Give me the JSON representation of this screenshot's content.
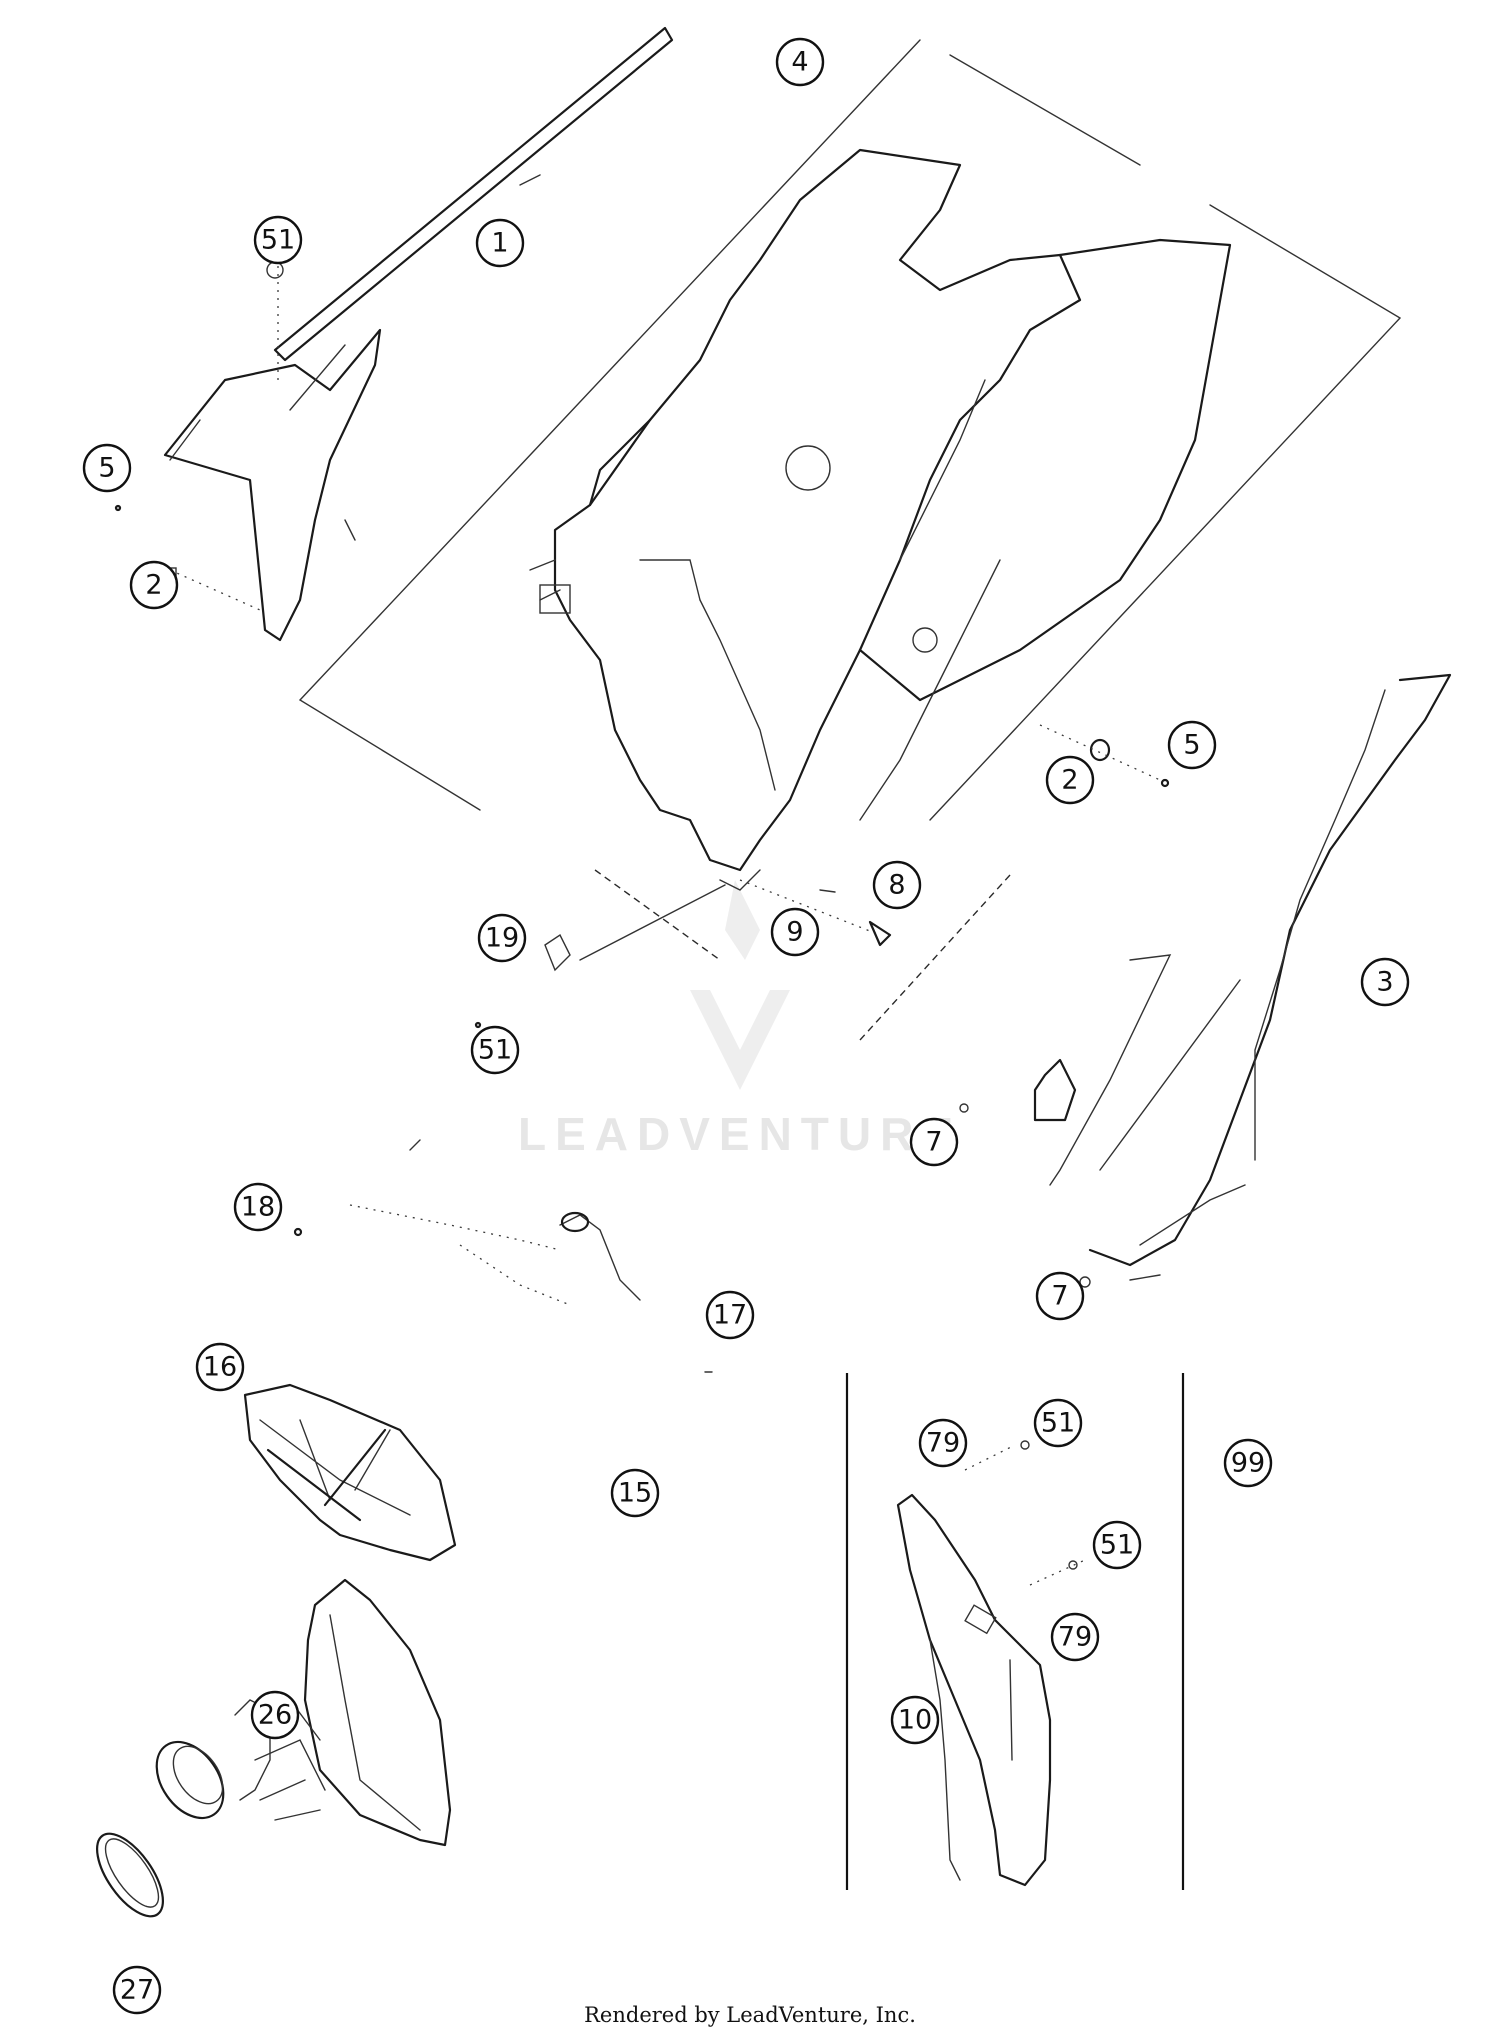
{
  "callouts": [
    {
      "id": "c-4",
      "label": "4"
    },
    {
      "id": "c-51-a",
      "label": "51"
    },
    {
      "id": "c-1",
      "label": "1"
    },
    {
      "id": "c-5-a",
      "label": "5"
    },
    {
      "id": "c-2-a",
      "label": "2"
    },
    {
      "id": "c-2-b",
      "label": "2"
    },
    {
      "id": "c-5-b",
      "label": "5"
    },
    {
      "id": "c-8",
      "label": "8"
    },
    {
      "id": "c-19",
      "label": "19"
    },
    {
      "id": "c-9",
      "label": "9"
    },
    {
      "id": "c-3",
      "label": "3"
    },
    {
      "id": "c-51-b",
      "label": "51"
    },
    {
      "id": "c-7-a",
      "label": "7"
    },
    {
      "id": "c-18",
      "label": "18"
    },
    {
      "id": "c-17",
      "label": "17"
    },
    {
      "id": "c-7-b",
      "label": "7"
    },
    {
      "id": "c-16",
      "label": "16"
    },
    {
      "id": "c-79-a",
      "label": "79"
    },
    {
      "id": "c-51-c",
      "label": "51"
    },
    {
      "id": "c-99",
      "label": "99"
    },
    {
      "id": "c-15",
      "label": "15"
    },
    {
      "id": "c-51-d",
      "label": "51"
    },
    {
      "id": "c-79-b",
      "label": "79"
    },
    {
      "id": "c-26",
      "label": "26"
    },
    {
      "id": "c-10",
      "label": "10"
    },
    {
      "id": "c-27",
      "label": "27"
    }
  ],
  "watermark": "LEADVENTURE",
  "footer": "Rendered by LeadVenture, Inc."
}
